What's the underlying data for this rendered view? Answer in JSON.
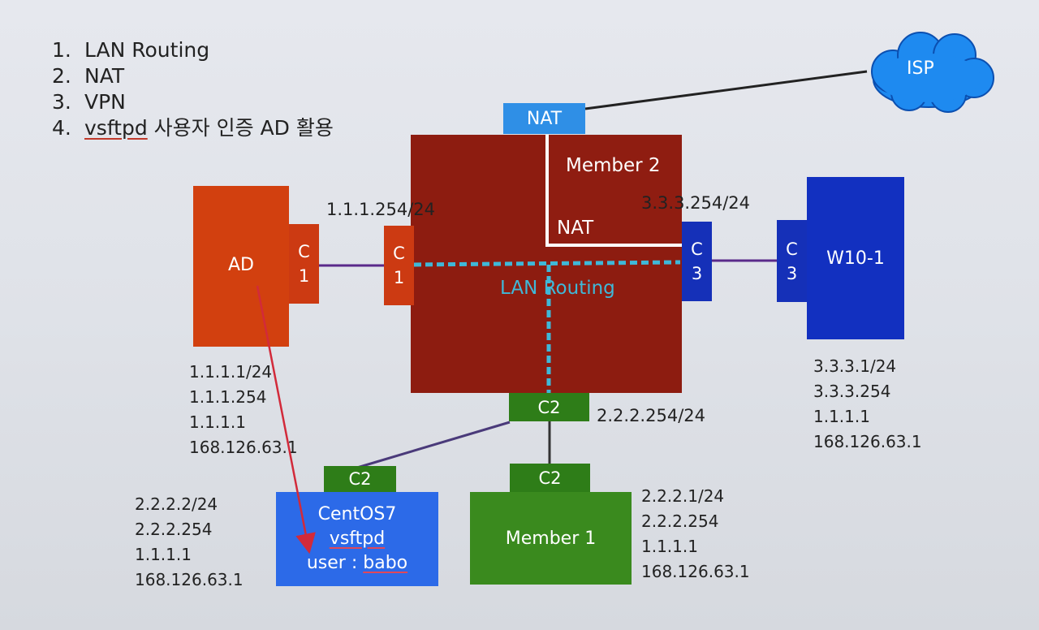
{
  "tasks": [
    {
      "num": "1.",
      "text": "LAN Routing"
    },
    {
      "num": "2.",
      "text": "NAT"
    },
    {
      "num": "3.",
      "text": "VPN"
    },
    {
      "num": "4.",
      "text_underlined": "vsftpd",
      "text": " 사용자 인증 AD 활용"
    }
  ],
  "isp": {
    "label": "ISP"
  },
  "router": {
    "nat_port": "NAT",
    "member2_label": "Member 2",
    "nat_label": "NAT",
    "lan_routing_label": "LAN Routing",
    "port_c1": [
      "C",
      "1"
    ],
    "port_c3": [
      "C",
      "3"
    ],
    "port_c2": "C2",
    "ip_c1": "1.1.1.254/24",
    "ip_c3": "3.3.3.254/24",
    "ip_c2": "2.2.2.254/24"
  },
  "ad": {
    "label": "AD",
    "port": [
      "C",
      "1"
    ],
    "info": [
      "1.1.1.1/24",
      "1.1.1.254",
      "1.1.1.1",
      "168.126.63.1"
    ]
  },
  "w10": {
    "label": "W10-1",
    "port": [
      "C",
      "3"
    ],
    "info": [
      "3.3.3.1/24",
      "3.3.3.254",
      "1.1.1.1",
      "168.126.63.1"
    ]
  },
  "centos": {
    "port": "C2",
    "line1": "CentOS7",
    "line2": "vsftpd",
    "line3_prefix": "user : ",
    "line3_user": "babo",
    "info": [
      "2.2.2.2/24",
      "2.2.2.254",
      "1.1.1.1",
      "168.126.63.1"
    ]
  },
  "member1": {
    "port": "C2",
    "label": "Member 1",
    "info": [
      "2.2.2.1/24",
      "2.2.2.254",
      "1.1.1.1",
      "168.126.63.1"
    ]
  },
  "colors": {
    "router": "#8d1c10",
    "ad": "#d2400f",
    "w10": "#1230c0",
    "centos": "#2c6ae8",
    "member1": "#3a8a1e",
    "nat": "#2f8fe6",
    "isp_cloud": "#1e90ff",
    "dashed": "#3fb8d8",
    "link": "#5a2a8a"
  }
}
